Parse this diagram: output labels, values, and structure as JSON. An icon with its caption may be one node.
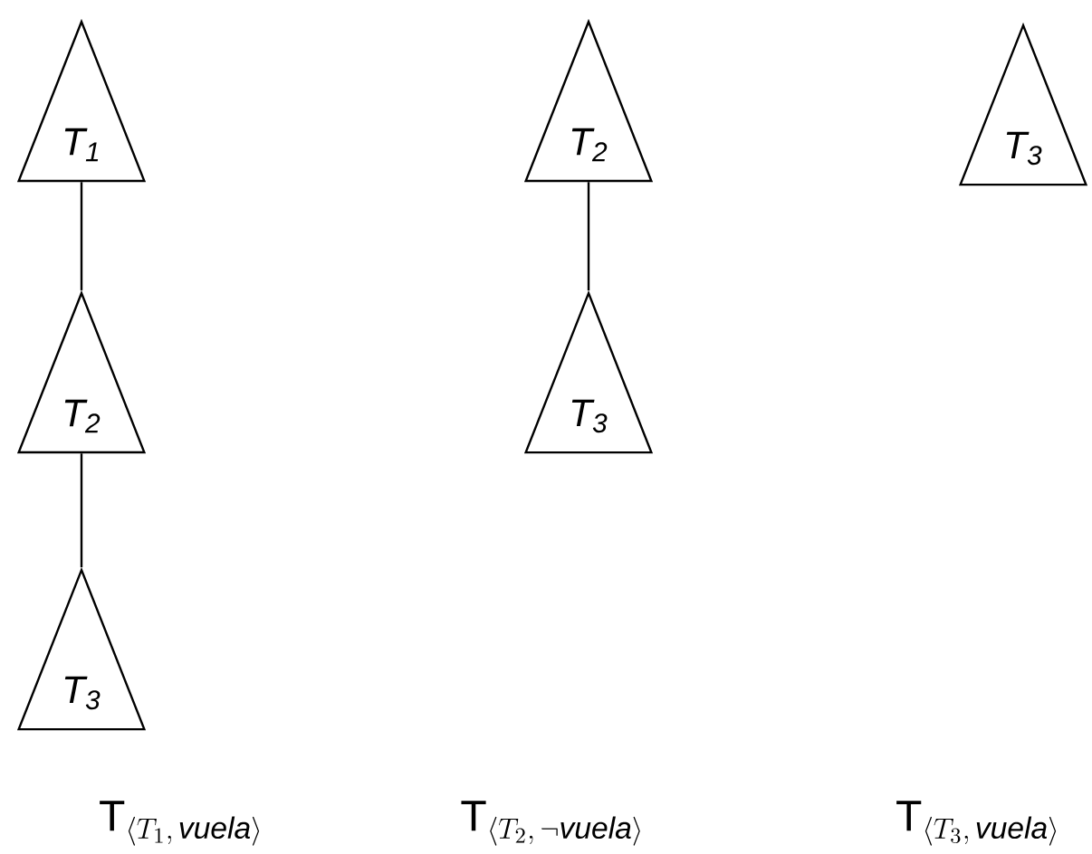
{
  "diagram": {
    "nodes": [
      {
        "text": [
          "T$_{1}$"
        ]
      },
      {
        "text": [
          "T$_{2}$"
        ]
      },
      {
        "text": [
          "T$_{3}$"
        ]
      },
      {
        "text": [
          "T$_{2}$"
        ]
      },
      {
        "text": [
          "T$_{3}$"
        ]
      },
      {
        "text": [
          "T$_{3}$"
        ]
      }
    ],
    "edges": [
      {
        "from": 0,
        "to": 1,
        "arrow": "none"
      },
      {
        "from": 1,
        "to": 2,
        "arrow": "none"
      },
      {
        "from": 3,
        "to": 4,
        "arrow": "none"
      }
    ],
    "labels": [
      "\\mathrm{T}_{\\langle T_1,\\, \\mathit{vuela}\\rangle}",
      "\\mathrm{T}_{\\langle T_2,\\, \\neg\\mathit{vuela}\\rangle}",
      "\\mathrm{T}_{\\langle T_3,\\, \\mathit{vuela}\\rangle}"
    ]
  }
}
